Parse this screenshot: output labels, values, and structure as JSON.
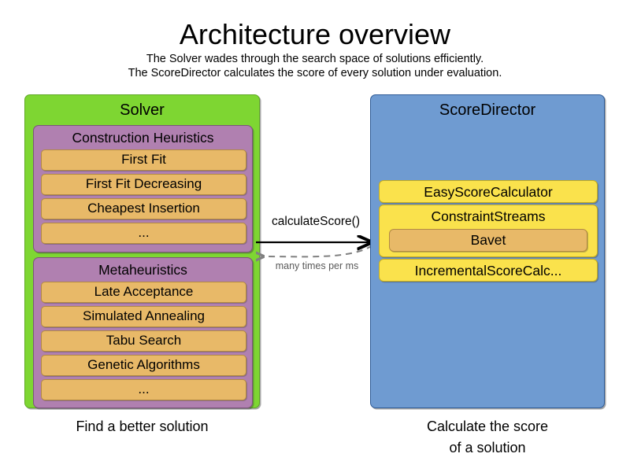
{
  "header": {
    "title": "Architecture overview",
    "subtitle_lines": [
      "The Solver wades through the search space of solutions efficiently.",
      "The ScoreDirector calculates the score of every solution under evaluation."
    ]
  },
  "colors": {
    "solver_panel": "#7ED632",
    "group_panel": "#B080B0",
    "item_box": "#E8B968",
    "scoredirector_panel": "#6F9BD1",
    "yellow_box": "#FAE24C",
    "arrow_solid": "#000000",
    "arrow_dashed": "#808080"
  },
  "solver": {
    "title": "Solver",
    "caption": "Find a better solution",
    "groups": [
      {
        "title": "Construction Heuristics",
        "items": [
          "First Fit",
          "First Fit Decreasing",
          "Cheapest Insertion",
          "..."
        ]
      },
      {
        "title": "Metaheuristics",
        "items": [
          "Late Acceptance",
          "Simulated Annealing",
          "Tabu Search",
          "Genetic Algorithms",
          "..."
        ]
      }
    ]
  },
  "score_director": {
    "title": "ScoreDirector",
    "caption_lines": [
      "Calculate the score",
      "of a solution"
    ],
    "boxes": [
      {
        "label": "EasyScoreCalculator"
      },
      {
        "label": "ConstraintStreams",
        "child": "Bavet"
      },
      {
        "label": "IncrementalScoreCalc..."
      }
    ]
  },
  "arrows": {
    "forward_label": "calculateScore()",
    "return_label": "many times per ms"
  }
}
